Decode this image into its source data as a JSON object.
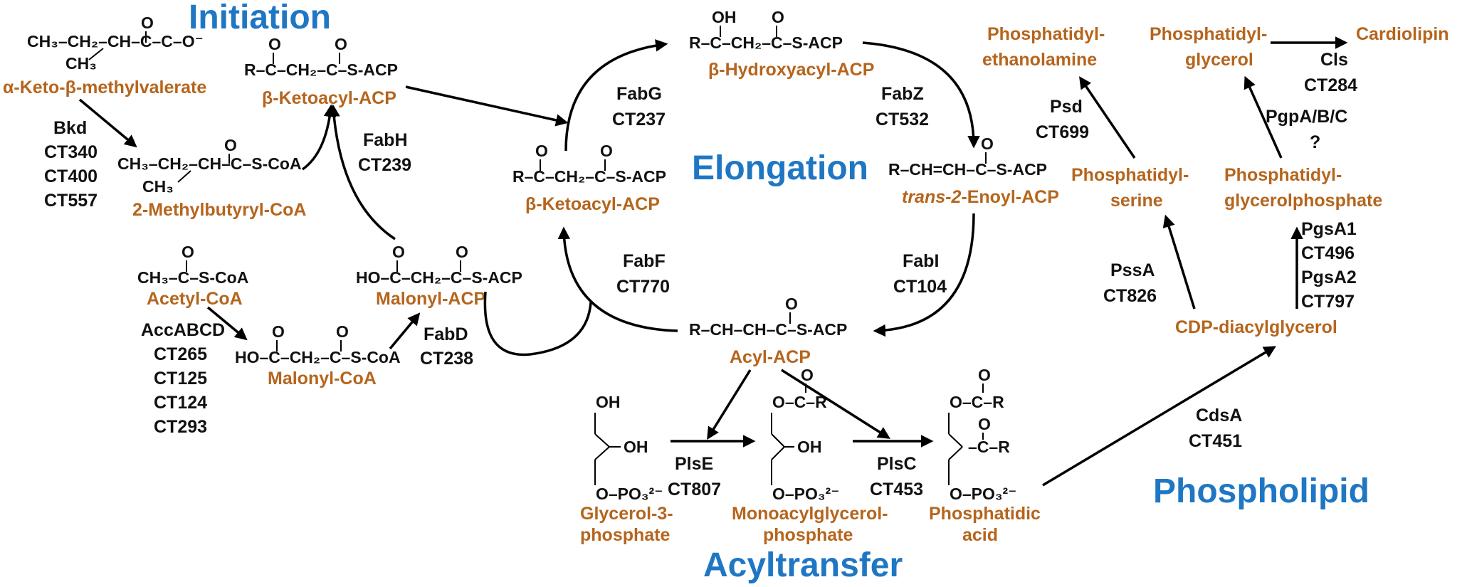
{
  "sections": {
    "initiation": "Initiation",
    "elongation": "Elongation",
    "acyltransfer": "Acyltransfer",
    "phospholipid": "Phospholipid"
  },
  "molecules": {
    "keto_methylvalerate": "α-Keto-β-methylvalerate",
    "methylbutyryl_coa": "2-Methylbutyryl-CoA",
    "acetyl_coa": "Acetyl-CoA",
    "malonyl_coa": "Malonyl-CoA",
    "malonyl_acp": "Malonyl-ACP",
    "ketoacyl_acp_init": "β-Ketoacyl-ACP",
    "ketoacyl_acp_elong": "β-Ketoacyl-ACP",
    "hydroxyacyl_acp": "β-Hydroxyacyl-ACP",
    "enoyl_acp_prefix": "trans-2",
    "enoyl_acp_suffix": "-Enoyl-ACP",
    "acyl_acp": "Acyl-ACP",
    "glycerol3p_l1": "Glycerol-3-",
    "glycerol3p_l2": "phosphate",
    "monoacyl_l1": "Monoacylglycerol-",
    "monoacyl_l2": "phosphate",
    "phosphatidic_l1": "Phosphatidic",
    "phosphatidic_l2": "acid",
    "cdp_dag": "CDP-diacylglycerol",
    "ps_l1": "Phosphatidyl-",
    "ps_l2": "serine",
    "pe_l1": "Phosphatidyl-",
    "pe_l2": "ethanolamine",
    "pgp_l1": "Phosphatidyl-",
    "pgp_l2": "glycerolphosphate",
    "pg_l1": "Phosphatidyl-",
    "pg_l2": "glycerol",
    "cardiolipin": "Cardiolipin"
  },
  "enzymes": {
    "bkd": [
      "Bkd",
      "CT340",
      "CT400",
      "CT557"
    ],
    "fabh": [
      "FabH",
      "CT239"
    ],
    "accabcd": [
      "AccABCD",
      "CT265",
      "CT125",
      "CT124",
      "CT293"
    ],
    "fabd": [
      "FabD",
      "CT238"
    ],
    "fabg": [
      "FabG",
      "CT237"
    ],
    "fabz": [
      "FabZ",
      "CT532"
    ],
    "fabi": [
      "FabI",
      "CT104"
    ],
    "fabf": [
      "FabF",
      "CT770"
    ],
    "plse": [
      "PlsE",
      "CT807"
    ],
    "plsc": [
      "PlsC",
      "CT453"
    ],
    "cdsa": [
      "CdsA",
      "CT451"
    ],
    "pssa": [
      "PssA",
      "CT826"
    ],
    "psd": [
      "Psd",
      "CT699"
    ],
    "pgsa": [
      "PgsA1",
      "CT496",
      "PgsA2",
      "CT797"
    ],
    "pgpabc": [
      "PgpA/B/C",
      "?"
    ],
    "cls": [
      "Cls",
      "CT284"
    ]
  },
  "formulas": {
    "kmv_o": "O",
    "kmv_main": "CH₃–CH₂–CH–C–C–O⁻",
    "kmv_ch3": "CH₃",
    "mbc_o": "O",
    "mbc_main": "CH₃–CH₂–CH–C–S-CoA",
    "mbc_ch3": "CH₃",
    "ac_o": "O",
    "ac_main": "CH₃–C–S-CoA",
    "mc_o1": "O",
    "mc_o2": "O",
    "mc_main": "HO–C–CH₂–C–S-CoA",
    "ma_o1": "O",
    "ma_o2": "O",
    "ma_main": "HO–C–CH₂–C–S-ACP",
    "ka1_o1": "O",
    "ka1_o2": "O",
    "ka1_main": "R–C–CH₂–C–S-ACP",
    "ka2_o1": "O",
    "ka2_o2": "O",
    "ka2_main": "R–C–CH₂–C–S-ACP",
    "ha_oh": "OH",
    "ha_o": "O",
    "ha_main": "R–C–CH₂–C–S-ACP",
    "en_o": "O",
    "en_main": "R–CH=CH–C–S-ACP",
    "aa_o": "O",
    "aa_main": "R–CH–CH–C–S-ACP",
    "g3p_oh1": "OH",
    "g3p_oh2": "OH",
    "g3p_po": "O–PO₃²⁻",
    "mg_acyl": "O–C–R",
    "mg_o": "O",
    "mg_oh": "OH",
    "mg_po": "O–PO₃²⁻",
    "pa_acyl": "O–C–R",
    "pa_o1": "O",
    "pa_o2": "O",
    "pa_cr": "–C–R",
    "pa_po": "O–PO₃²⁻"
  }
}
